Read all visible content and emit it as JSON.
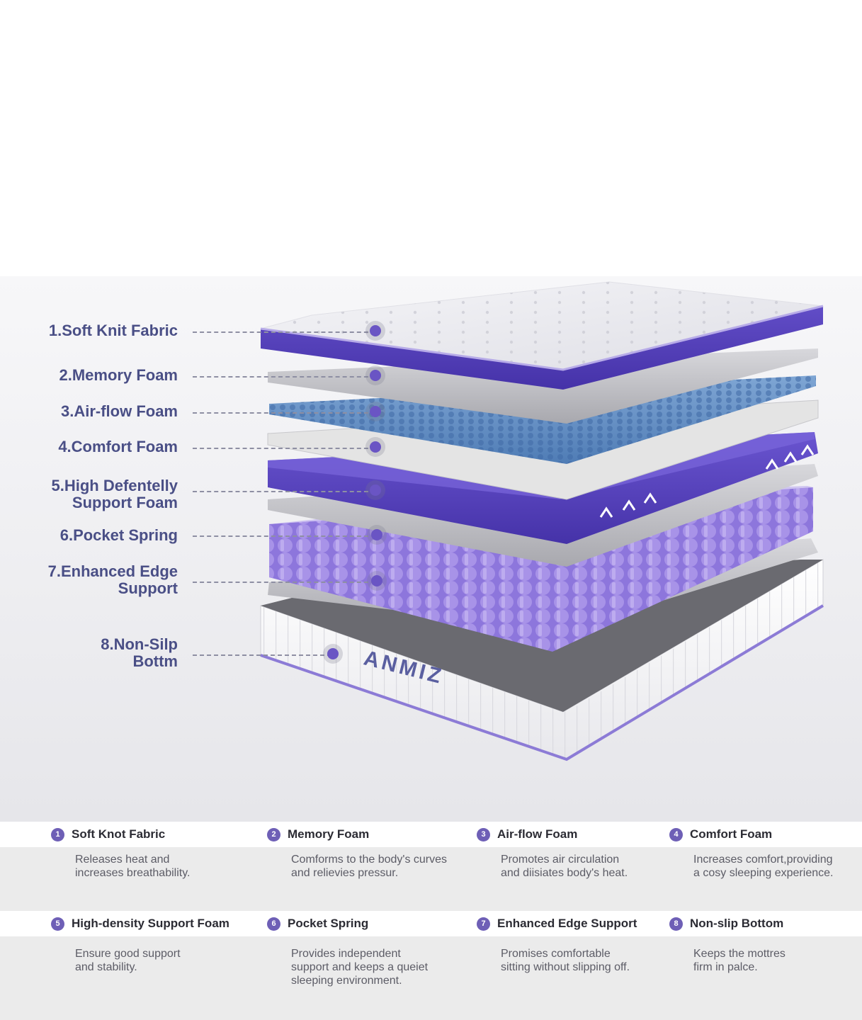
{
  "brand": "ANMIZ",
  "colors": {
    "accent": "#5a45c0",
    "spring": "#a48ee6",
    "callout_text": "#4a4f86",
    "badge": "#6e5fb6"
  },
  "callouts": [
    {
      "label": "1.Soft Knit Fabric"
    },
    {
      "label": "2.Memory Foam"
    },
    {
      "label": "3.Air-flow Foam"
    },
    {
      "label": "4.Comfort Foam"
    },
    {
      "label": "5.High Defentelly\nSupport Foam"
    },
    {
      "label": "6.Pocket Spring"
    },
    {
      "label": "7.Enhanced Edge\nSupport"
    },
    {
      "label": "8.Non-Silp\nBottm"
    }
  ],
  "features": [
    {
      "num": "1",
      "title": "Soft Knot Fabric",
      "desc": "Releases heat and\nincreases breathability."
    },
    {
      "num": "2",
      "title": "Memory Foam",
      "desc": "Comforms to the body's curves\nand relievies pressur."
    },
    {
      "num": "3",
      "title": "Air-flow Foam",
      "desc": "Promotes air circulation\nand diisiates body's heat."
    },
    {
      "num": "4",
      "title": "Comfort Foam",
      "desc": "Increases comfort,providing\na cosy sleeping experience."
    },
    {
      "num": "5",
      "title": "High-density Support Foam",
      "desc": "Ensure good support\nand stability."
    },
    {
      "num": "6",
      "title": "Pocket Spring",
      "desc": "Provides independent\nsupport and keeps a queiet\nsleeping environment."
    },
    {
      "num": "7",
      "title": "Enhanced Edge Support",
      "desc": "Promises comfortable\nsitting without slipping off."
    },
    {
      "num": "8",
      "title": "Non-slip Bottom",
      "desc": "Keeps the mottres\nfirm in palce."
    }
  ]
}
